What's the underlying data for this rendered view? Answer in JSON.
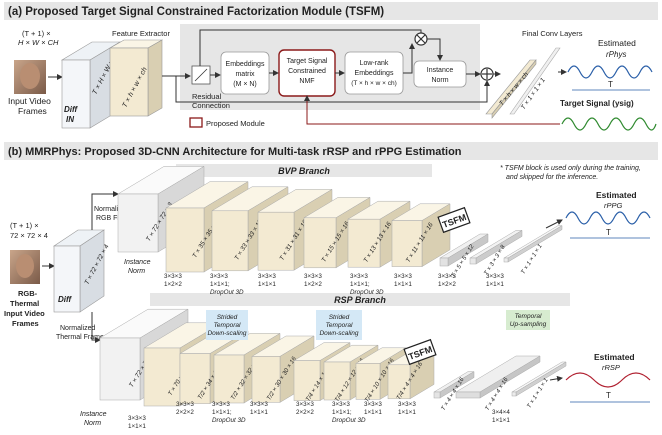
{
  "panel_a": {
    "title": "(a) Proposed Target Signal Constrained Factorization Module (TSFM)",
    "input_shape": "(T + 1) ×",
    "input_shape2": "H × W × CH",
    "input_label1": "Input Video",
    "input_label2": "Frames",
    "diff_label": "Diff",
    "in_label": "IN",
    "stack_label": "T × H × W × CH",
    "feature_extractor": "Feature Extractor",
    "feat_block": "T × h × w × ch",
    "embeddings": [
      "Embeddings",
      "matrix",
      "(M × N)"
    ],
    "nmf": [
      "Target Signal",
      "Constrained",
      "NMF"
    ],
    "lowrank": [
      "Low-rank",
      "Embeddings",
      "(T × h × w × ch)"
    ],
    "instance_norm": [
      "Instance",
      "Norm"
    ],
    "residual": [
      "Residual",
      "Connection"
    ],
    "proposed_module": "Proposed Module",
    "final_conv": "Final Conv Layers",
    "final_b1": "T × h × w × ch",
    "final_b2": "T × 1 × 1 × 1",
    "estimated": "Estimated",
    "estimated_sym": "rPhys",
    "t_label": "T",
    "target_signal": "Target Signal (ysig)"
  },
  "panel_b": {
    "title": "(b) MMRPhys: Proposed 3D-CNN Architecture for Multi-task rRSP and rPPG Estimation",
    "note1": "* TSFM block is used only during the training,",
    "note2": "and skipped for the inference.",
    "bvp_branch": "BVP Branch",
    "rsp_branch": "RSP Branch",
    "input_shape1": "(T + 1) ×",
    "input_shape2": "72 × 72 × 4",
    "input_label": [
      "RGB-",
      "Thermal",
      "Input Video",
      "Frames"
    ],
    "norm_rgb": [
      "Normalized",
      "RGB Frames"
    ],
    "norm_thermal": [
      "Normalized",
      "Thermal Frames"
    ],
    "diff_label": "Diff",
    "instance_norm": [
      "Instance",
      "Norm"
    ],
    "bvp_blocks": [
      "T × 72 × 72 × 3",
      "T × 35 × 35 × 8",
      "T × 33 × 33 × 12",
      "T × 31 × 31 × 16",
      "T × 15 × 15 × 16",
      "T × 13 × 13 × 16",
      "T × 11 × 11 × 16",
      "T × 5 × 5 × 12",
      "T × 3 × 3 × 8",
      "T × 1 × 1 × 1"
    ],
    "bvp_kernels": [
      [
        "3×3×3",
        "1×2×2"
      ],
      [
        "3×3×3",
        "1×1×1;",
        "DropOut 3D"
      ],
      [
        "3×3×3",
        "1×1×1"
      ],
      [
        "3×3×3",
        "1×2×2"
      ],
      [
        "3×3×3",
        "1×1×1;",
        "DropOut 3D"
      ],
      [
        "3×3×3",
        "1×1×1"
      ],
      [
        "3×3×3",
        "1×2×2"
      ],
      [
        "3×3×3",
        "1×1×1"
      ]
    ],
    "bvp_tsfm": "TSFM",
    "bvp_estimated": "Estimated",
    "bvp_estimated_sym": "rPPG",
    "rsp_blocks": [
      "T × 72 × 72 × 1",
      "T × 70 × 70 × 16",
      "T/2 × 34 × 34 × 16",
      "T/2 × 32 × 32 × 16",
      "T/2 × 30 × 30 × 16",
      "T/4 × 14 × 14 × 16",
      "T/4 × 12 × 12 × 16",
      "T/4 × 10 × 10 × 16",
      "T/4 × 4 × 4 × 16",
      "T × 4 × 4 × 16",
      "T × 1 × 1 × 1"
    ],
    "rsp_kernels": [
      [
        "3×3×3",
        "1×1×1"
      ],
      [
        "3×3×3",
        "2×2×2"
      ],
      [
        "3×3×3",
        "1×1×1;",
        "DropOut 3D"
      ],
      [
        "3×3×3",
        "1×1×1"
      ],
      [
        "3×3×3",
        "2×2×2"
      ],
      [
        "3×3×3",
        "1×1×1;",
        "DropOut 3D"
      ],
      [
        "3×3×3",
        "1×1×1"
      ],
      [
        "3×3×3",
        "1×1×1"
      ],
      [
        "3×4×4",
        "1×1×1"
      ]
    ],
    "rsp_tsfm": "TSFM",
    "strided1": [
      "Strided",
      "Temporal",
      "Down-scaling"
    ],
    "strided2": [
      "Strided",
      "Temporal",
      "Down-scaling"
    ],
    "upsampling": [
      "Temporal",
      "Up-sampling"
    ],
    "rsp_estimated": "Estimated",
    "rsp_estimated_sym": "rRSP",
    "t_label": "T"
  },
  "colors": {
    "cream": "#f3ead2",
    "cream_side": "#d9cfb2",
    "cream_top": "#faf5e6",
    "gray_band": "#e6e6e6",
    "blue_sig": "#2a5fa8",
    "green_sig": "#2f8a2f",
    "red_sig": "#b02030",
    "module_border": "#8b1a1a",
    "strided_bg": "#d4e8f6",
    "upsample_bg": "#d7ecd0"
  }
}
